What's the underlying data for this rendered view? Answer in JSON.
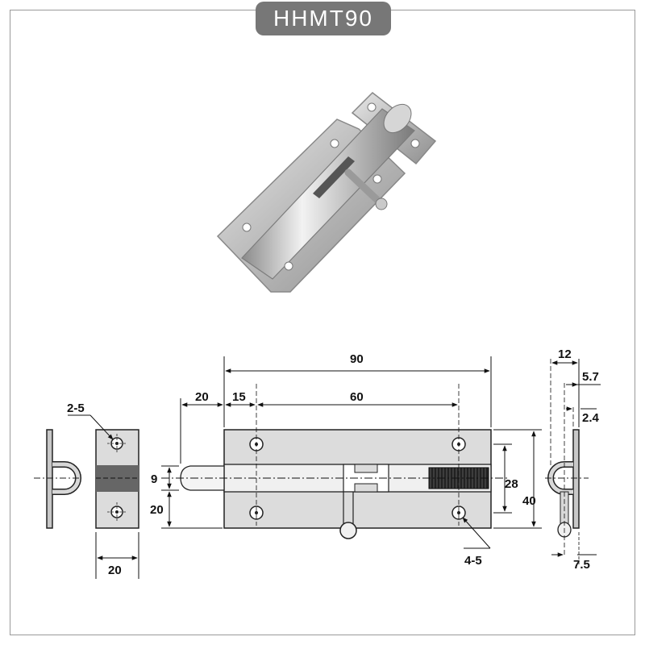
{
  "header": {
    "model": "HHMT90"
  },
  "dimensions": {
    "overall_length": "90",
    "bolt_extension": "20",
    "hole_offset": "15",
    "hole_spacing": "60",
    "bolt_diameter": "9",
    "bolt_height_from_base": "20",
    "hole_row_spacing": "28",
    "plate_width": "40",
    "keeper_holes": "2-5",
    "plate_holes": "4-5",
    "keeper_width": "20",
    "profile_depth": "12",
    "profile_offset": "5.7",
    "plate_thickness": "2.4",
    "profile_base": "7.5"
  }
}
